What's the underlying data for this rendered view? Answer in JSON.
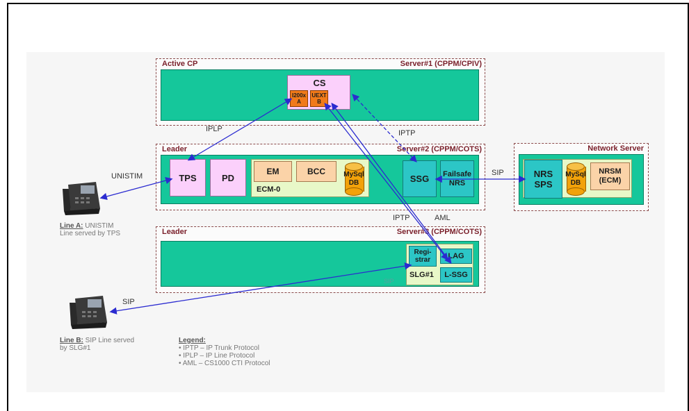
{
  "groups": {
    "active_cp": {
      "left": "Active CP",
      "right": "Server#1 (CPPM/CPIV)"
    },
    "leader2": {
      "left": "Leader",
      "right": "Server#2 (CPPM/COTS)"
    },
    "leader3": {
      "left": "Leader",
      "right": "Server#3 (CPPM/COTS)"
    },
    "network": {
      "right": "Network Server"
    }
  },
  "cs": {
    "title": "CS",
    "sub1": "I200x A",
    "sub2": "UEXT B"
  },
  "server2": {
    "tps": "TPS",
    "pd": "PD",
    "em": "EM",
    "bcc": "BCC",
    "ecm": "ECM-0",
    "db": "MySql DB",
    "ssg": "SSG",
    "failsafe": "Failsafe NRS"
  },
  "network": {
    "nrs": "NRS SPS",
    "db": "MySql DB",
    "nrsm": "NRSM (ECM)"
  },
  "server3": {
    "registrar": "Regi-strar",
    "lag": "LAG",
    "slg": "SLG#1",
    "lssg": "L-SSG",
    "sip": "SIP"
  },
  "links": {
    "iplp": "IPLP",
    "iptp_top": "IPTP",
    "unistim": "UNISTIM",
    "sip_net": "SIP",
    "iptp_mid": "IPTP",
    "aml": "AML",
    "sip_phone": "SIP"
  },
  "captions": {
    "line_a_bold": "Line A:",
    "line_a_rest": " UNISTIM",
    "line_a_2": "Line served by TPS",
    "line_b_bold": "Line B:",
    "line_b_rest": " SIP Line served",
    "line_b_2": "by SLG#1"
  },
  "legend": {
    "title": "Legend:",
    "items": [
      "• IPTP – IP Trunk Protocol",
      "• IPLP – IP Line Protocol",
      "• AML – CS1000 CTI Protocol"
    ]
  }
}
